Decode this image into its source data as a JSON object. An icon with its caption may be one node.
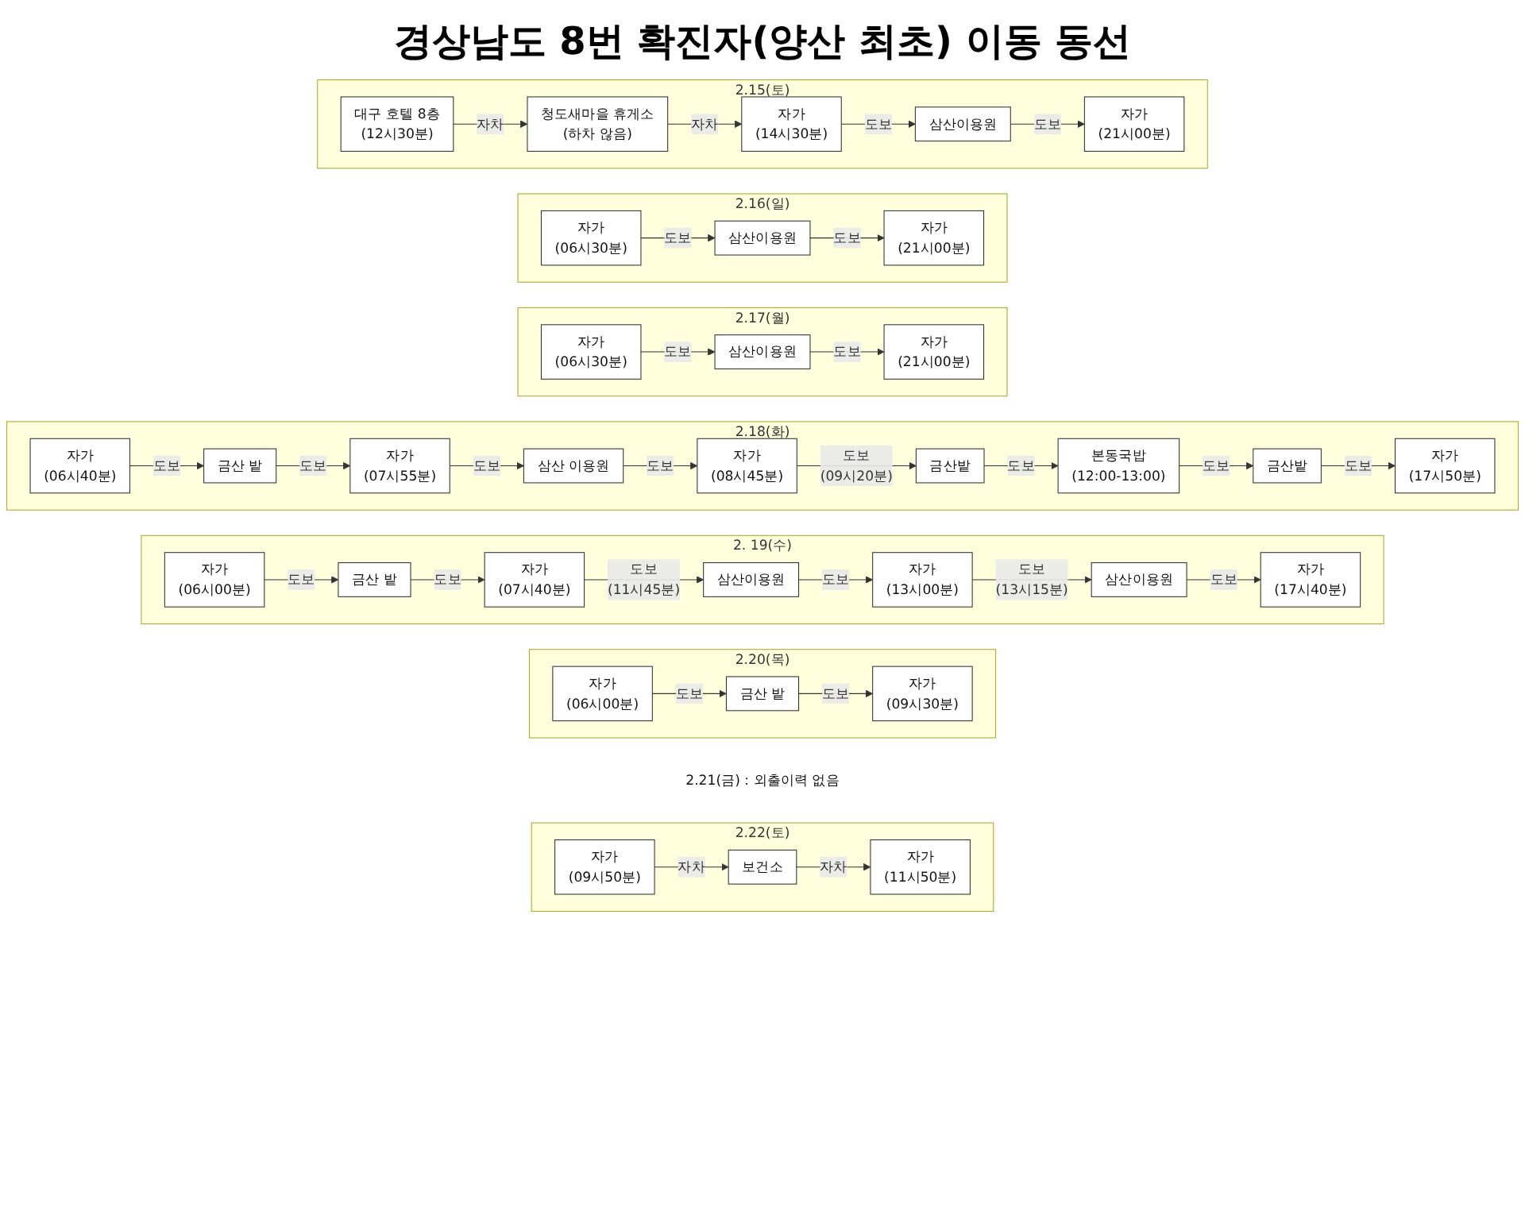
{
  "diagram": {
    "title": "경상남도 8번 확진자(양산 최초) 이동 동선",
    "nodes": [
      {
        "text": [
          "2.15(토)"
        ]
      },
      {
        "text": [
          "대구 호텔 8층",
          "(12시30분)"
        ],
        "in": 0
      },
      {
        "text": [
          "청도새마을 휴게소",
          "(하차 않음)"
        ],
        "in": 0
      },
      {
        "text": [
          "자가",
          "(14시30분)"
        ],
        "in": 0
      },
      {
        "text": [
          "삼산이용원"
        ],
        "in": 0
      },
      {
        "text": [
          "자가",
          "(21시00분)"
        ],
        "in": 0
      },
      {
        "text": [
          "2.16(일)"
        ]
      },
      {
        "text": [
          "자가",
          "(06시30분)"
        ],
        "in": 6
      },
      {
        "text": [
          "삼산이용원"
        ],
        "in": 6
      },
      {
        "text": [
          "자가",
          "(21시00분)"
        ],
        "in": 6
      },
      {
        "text": [
          "2.17(월)"
        ]
      },
      {
        "text": [
          "자가",
          "(06시30분)"
        ],
        "in": 10
      },
      {
        "text": [
          "삼산이용원"
        ],
        "in": 10
      },
      {
        "text": [
          "자가",
          "(21시00분)"
        ],
        "in": 10
      },
      {
        "text": [
          "2.18(화)"
        ]
      },
      {
        "text": [
          "자가",
          "(06시40분)"
        ],
        "in": 14
      },
      {
        "text": [
          "금산 밭"
        ],
        "in": 14
      },
      {
        "text": [
          "자가",
          "(07시55분)"
        ],
        "in": 14
      },
      {
        "text": [
          "삼산 이용원"
        ],
        "in": 14
      },
      {
        "text": [
          "자가",
          "(08시45분)"
        ],
        "in": 14
      },
      {
        "text": [
          "금산밭"
        ],
        "in": 14
      },
      {
        "text": [
          "본동국밥",
          "(12:00-13:00)"
        ],
        "in": 14
      },
      {
        "text": [
          "금산밭"
        ],
        "in": 14
      },
      {
        "text": [
          "자가",
          "(17시50분)"
        ],
        "in": 14
      },
      {
        "text": [
          "2. 19(수)"
        ]
      },
      {
        "text": [
          "자가",
          "(06시00분)"
        ],
        "in": 24
      },
      {
        "text": [
          "금산 밭"
        ],
        "in": 24
      },
      {
        "text": [
          "자가",
          "(07시40분)"
        ],
        "in": 24
      },
      {
        "text": [
          "삼산이용원"
        ],
        "in": 24
      },
      {
        "text": [
          "자가",
          "(13시00분)"
        ],
        "in": 24
      },
      {
        "text": [
          "삼산이용원"
        ],
        "in": 24
      },
      {
        "text": [
          "자가",
          "(17시40분)"
        ],
        "in": 24
      },
      {
        "text": [
          "2.20(목)"
        ]
      },
      {
        "text": [
          "자가",
          "(06시00분)"
        ],
        "in": 32
      },
      {
        "text": [
          "금산 밭"
        ],
        "in": 32
      },
      {
        "text": [
          "자가",
          "(09시30분)"
        ],
        "in": 32
      },
      {
        "text": [
          "2.21(금) : 외출이력 없음"
        ]
      },
      {
        "text": [
          "2.22(토)"
        ]
      },
      {
        "text": [
          "자가",
          "(09시50분)"
        ],
        "in": 37
      },
      {
        "text": [
          "보건소"
        ],
        "in": 37
      },
      {
        "text": [
          "자가",
          "(11시50분)"
        ],
        "in": 37
      }
    ],
    "edges": [
      {
        "from": 1,
        "to": 2,
        "arrow": "to",
        "label": "자차"
      },
      {
        "from": 2,
        "to": 3,
        "arrow": "to",
        "label": "자차"
      },
      {
        "from": 3,
        "to": 4,
        "arrow": "to",
        "label": "도보"
      },
      {
        "from": 4,
        "to": 5,
        "arrow": "to",
        "label": "도보"
      },
      {
        "from": 7,
        "to": 8,
        "arrow": "to",
        "label": "도보"
      },
      {
        "from": 8,
        "to": 9,
        "arrow": "to",
        "label": "도보"
      },
      {
        "from": 11,
        "to": 12,
        "arrow": "to",
        "label": "도보"
      },
      {
        "from": 12,
        "to": 13,
        "arrow": "to",
        "label": "도보"
      },
      {
        "from": 15,
        "to": 16,
        "arrow": "to",
        "label": "도보"
      },
      {
        "from": 16,
        "to": 17,
        "arrow": "to",
        "label": "도보"
      },
      {
        "from": 17,
        "to": 18,
        "arrow": "to",
        "label": "도보"
      },
      {
        "from": 18,
        "to": 19,
        "arrow": "to",
        "label": "도보"
      },
      {
        "from": 19,
        "to": 20,
        "arrow": "to",
        "label": "도보 (09시20분)"
      },
      {
        "from": 20,
        "to": 21,
        "arrow": "to",
        "label": "도보"
      },
      {
        "from": 21,
        "to": 22,
        "arrow": "to",
        "label": "도보"
      },
      {
        "from": 22,
        "to": 23,
        "arrow": "to",
        "label": "도보"
      },
      {
        "from": 25,
        "to": 26,
        "arrow": "to",
        "label": "도보"
      },
      {
        "from": 26,
        "to": 27,
        "arrow": "to",
        "label": "도보"
      },
      {
        "from": 27,
        "to": 28,
        "arrow": "to",
        "label": "도보 (11시45분)"
      },
      {
        "from": 28,
        "to": 29,
        "arrow": "to",
        "label": "도보"
      },
      {
        "from": 29,
        "to": 30,
        "arrow": "to",
        "label": "도보 (13시15분)"
      },
      {
        "from": 30,
        "to": 31,
        "arrow": "to",
        "label": "도보"
      },
      {
        "from": 33,
        "to": 34,
        "arrow": "to",
        "label": "도보"
      },
      {
        "from": 34,
        "to": 35,
        "arrow": "to",
        "label": "도보"
      },
      {
        "from": 38,
        "to": 39,
        "arrow": "to",
        "label": "자차"
      },
      {
        "from": 39,
        "to": 40,
        "arrow": "to",
        "label": "자차"
      }
    ]
  }
}
